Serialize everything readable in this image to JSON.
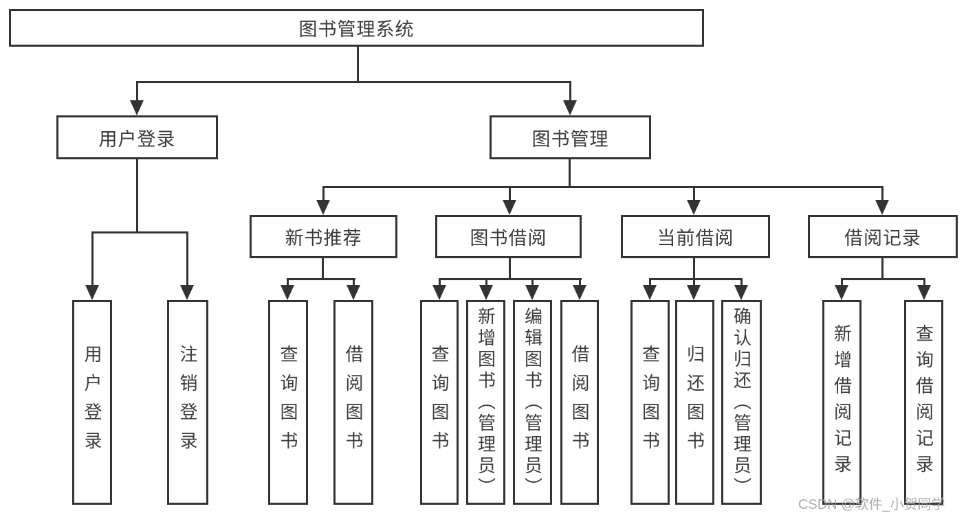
{
  "colors": {
    "line": "#333333",
    "box_border": "#333333",
    "text": "#3b3b3b",
    "watermark": "#9e9e9e",
    "background": "#ffffff"
  },
  "watermark": {
    "text": "CSDN @软件_小贺同学"
  },
  "tree": {
    "root": {
      "label": "图书管理系统"
    },
    "branches": [
      {
        "label": "用户登录",
        "children": [
          {
            "label": "用户登录"
          },
          {
            "label": "注销登录"
          }
        ]
      },
      {
        "label": "图书管理",
        "children": [
          {
            "label": "新书推荐",
            "children": [
              {
                "label": "查询图书"
              },
              {
                "label": "借阅图书"
              }
            ]
          },
          {
            "label": "图书借阅",
            "children": [
              {
                "label": "查询图书"
              },
              {
                "label": "新增图书（管理员）"
              },
              {
                "label": "编辑图书（管理员）"
              },
              {
                "label": "借阅图书"
              }
            ]
          },
          {
            "label": "当前借阅",
            "children": [
              {
                "label": "查询图书"
              },
              {
                "label": "归还图书"
              },
              {
                "label": "确认归还（管理员）"
              }
            ]
          },
          {
            "label": "借阅记录",
            "children": [
              {
                "label": "新增借阅记录"
              },
              {
                "label": "查询借阅记录"
              }
            ]
          }
        ]
      }
    ]
  }
}
